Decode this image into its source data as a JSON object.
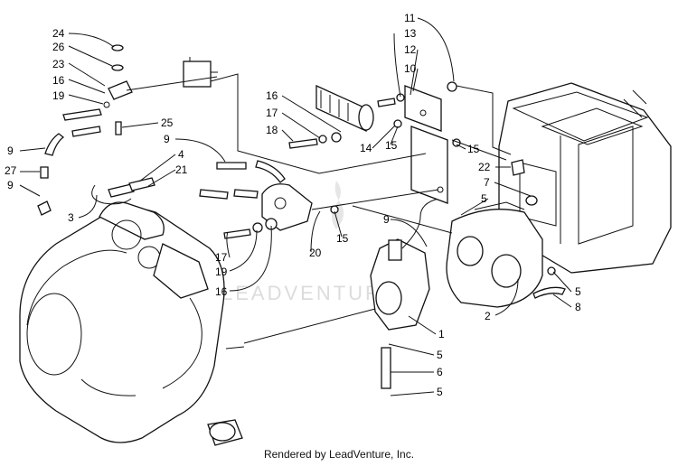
{
  "footer": {
    "credit": "Rendered by LeadVenture, Inc."
  },
  "watermark": {
    "text": "LEADVENTURE"
  },
  "callouts": [
    "24",
    "26",
    "23",
    "16",
    "19",
    "25",
    "9",
    "27",
    "9",
    "3",
    "4",
    "21",
    "9",
    "16",
    "17",
    "18",
    "14",
    "15",
    "11",
    "13",
    "12",
    "10",
    "15",
    "22",
    "7",
    "5",
    "9",
    "15",
    "20",
    "17",
    "19",
    "16",
    "2",
    "5",
    "8",
    "1",
    "5",
    "6",
    "5"
  ]
}
